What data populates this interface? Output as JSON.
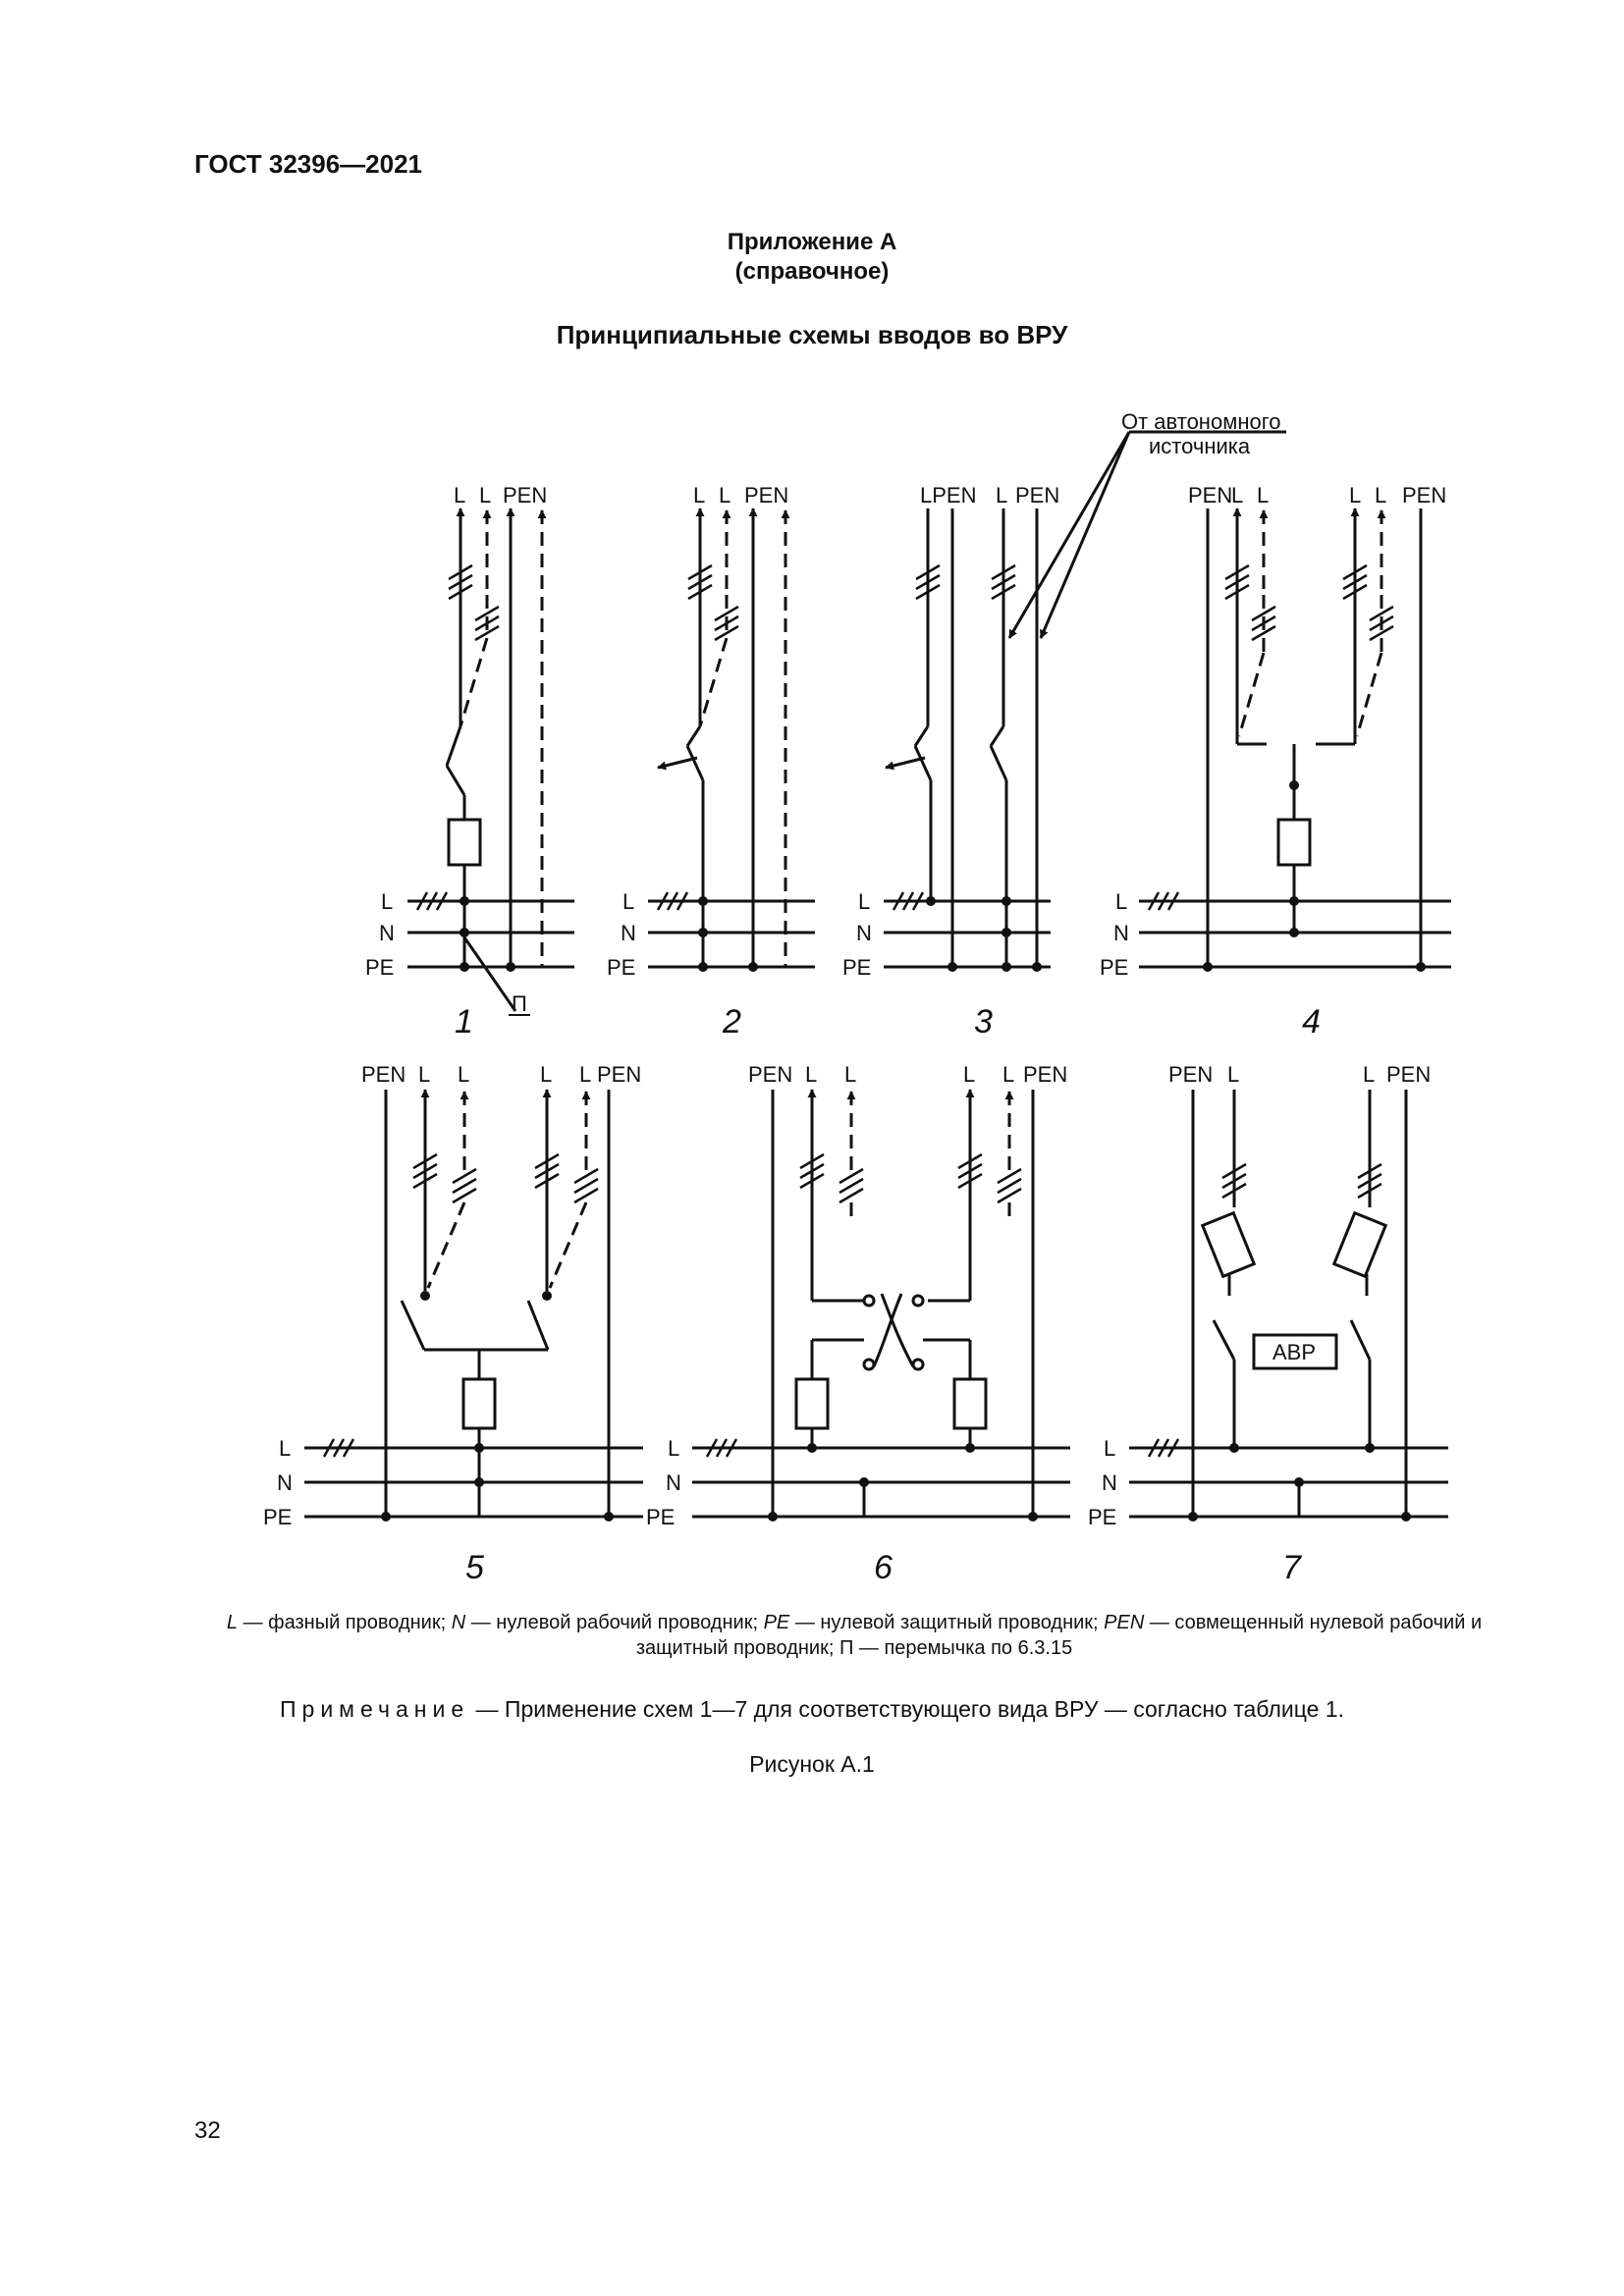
{
  "header": {
    "doc_id": "ГОСТ 32396—2021"
  },
  "appendix": {
    "title": "Приложение А",
    "subtitle": "(справочное)"
  },
  "figure": {
    "title": "Принципиальные схемы вводов во ВРУ",
    "autonomous_source_label_1": "От автономного",
    "autonomous_source_label_2": "источника",
    "bus_labels": {
      "L": "L",
      "N": "N",
      "PE": "PE"
    },
    "jumper_label": "П",
    "avr_label": "АВР",
    "schemes": [
      {
        "number": "1",
        "conductors": [
          "L",
          "L",
          "PEN"
        ]
      },
      {
        "number": "2",
        "conductors": [
          "L",
          "L",
          "PEN"
        ]
      },
      {
        "number": "3",
        "conductors": [
          "LPEN",
          "L",
          "PEN"
        ]
      },
      {
        "number": "4",
        "conductors": [
          "PEN",
          "L",
          "L",
          "L",
          "L",
          "PEN"
        ]
      },
      {
        "number": "5",
        "conductors": [
          "PEN",
          "L",
          "L",
          "L",
          "L",
          "PEN"
        ]
      },
      {
        "number": "6",
        "conductors": [
          "PEN",
          "L",
          "L",
          "L",
          "L",
          "PEN"
        ]
      },
      {
        "number": "7",
        "conductors": [
          "PEN",
          "L",
          "L",
          "PEN"
        ]
      }
    ],
    "legend": {
      "L_sym": "L",
      "L_text": "— фазный проводник;",
      "N_sym": "N",
      "N_text": "— нулевой рабочий проводник;",
      "PE_sym": "PE",
      "PE_text": "— нулевой защитный проводник;",
      "PEN_sym": "PEN",
      "PEN_text": "— совмещенный нулевой рабочий и защитный проводник;",
      "P_text": "П — перемычка по 6.3.15"
    },
    "note_label": "Примечание",
    "note_text": "— Применение схем 1—7 для соответствующего вида ВРУ — согласно таблице 1.",
    "caption": "Рисунок А.1"
  },
  "page_number": "32"
}
